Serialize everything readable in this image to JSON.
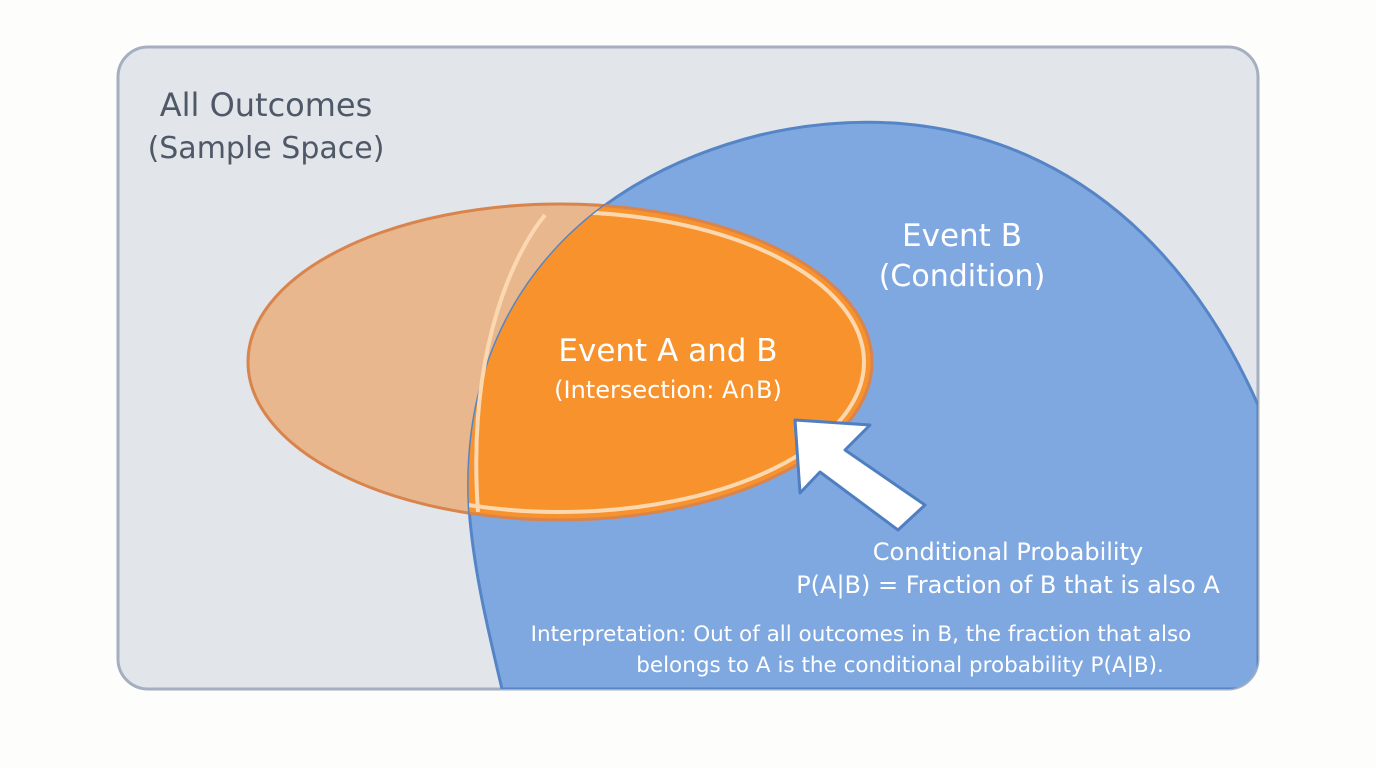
{
  "sample_space": {
    "title_line1": "All Outcomes",
    "title_line2": "(Sample Space)"
  },
  "event_b": {
    "label_line1": "Event B",
    "label_line2": "(Condition)"
  },
  "intersection": {
    "label_line1": "Event A and B",
    "label_line2": "(Intersection: A∩B)"
  },
  "conditional": {
    "line1": "Conditional Probability",
    "line2": "P(A|B) = Fraction of B that is also A"
  },
  "interpretation": {
    "line1": "Interpretation: Out of all outcomes in B, the fraction that also",
    "line2": "belongs to A is the conditional probability P(A|B)."
  },
  "colors": {
    "page_background": "#fdfdfb",
    "sample_space_fill": "#e2e5ea",
    "sample_space_border": "#a4b0c2",
    "event_b_fill": "#80a8e0",
    "event_b_border": "#5585c6",
    "event_a_fill": "#e8b78e",
    "event_a_border": "#d9844c",
    "intersection_fill": "#f7922d",
    "intersection_border": "#fcd8b0",
    "arrow_fill": "#ffffff",
    "arrow_border": "#4f7fc0",
    "dark_text": "#4e5867",
    "light_text": "#ffffff"
  }
}
